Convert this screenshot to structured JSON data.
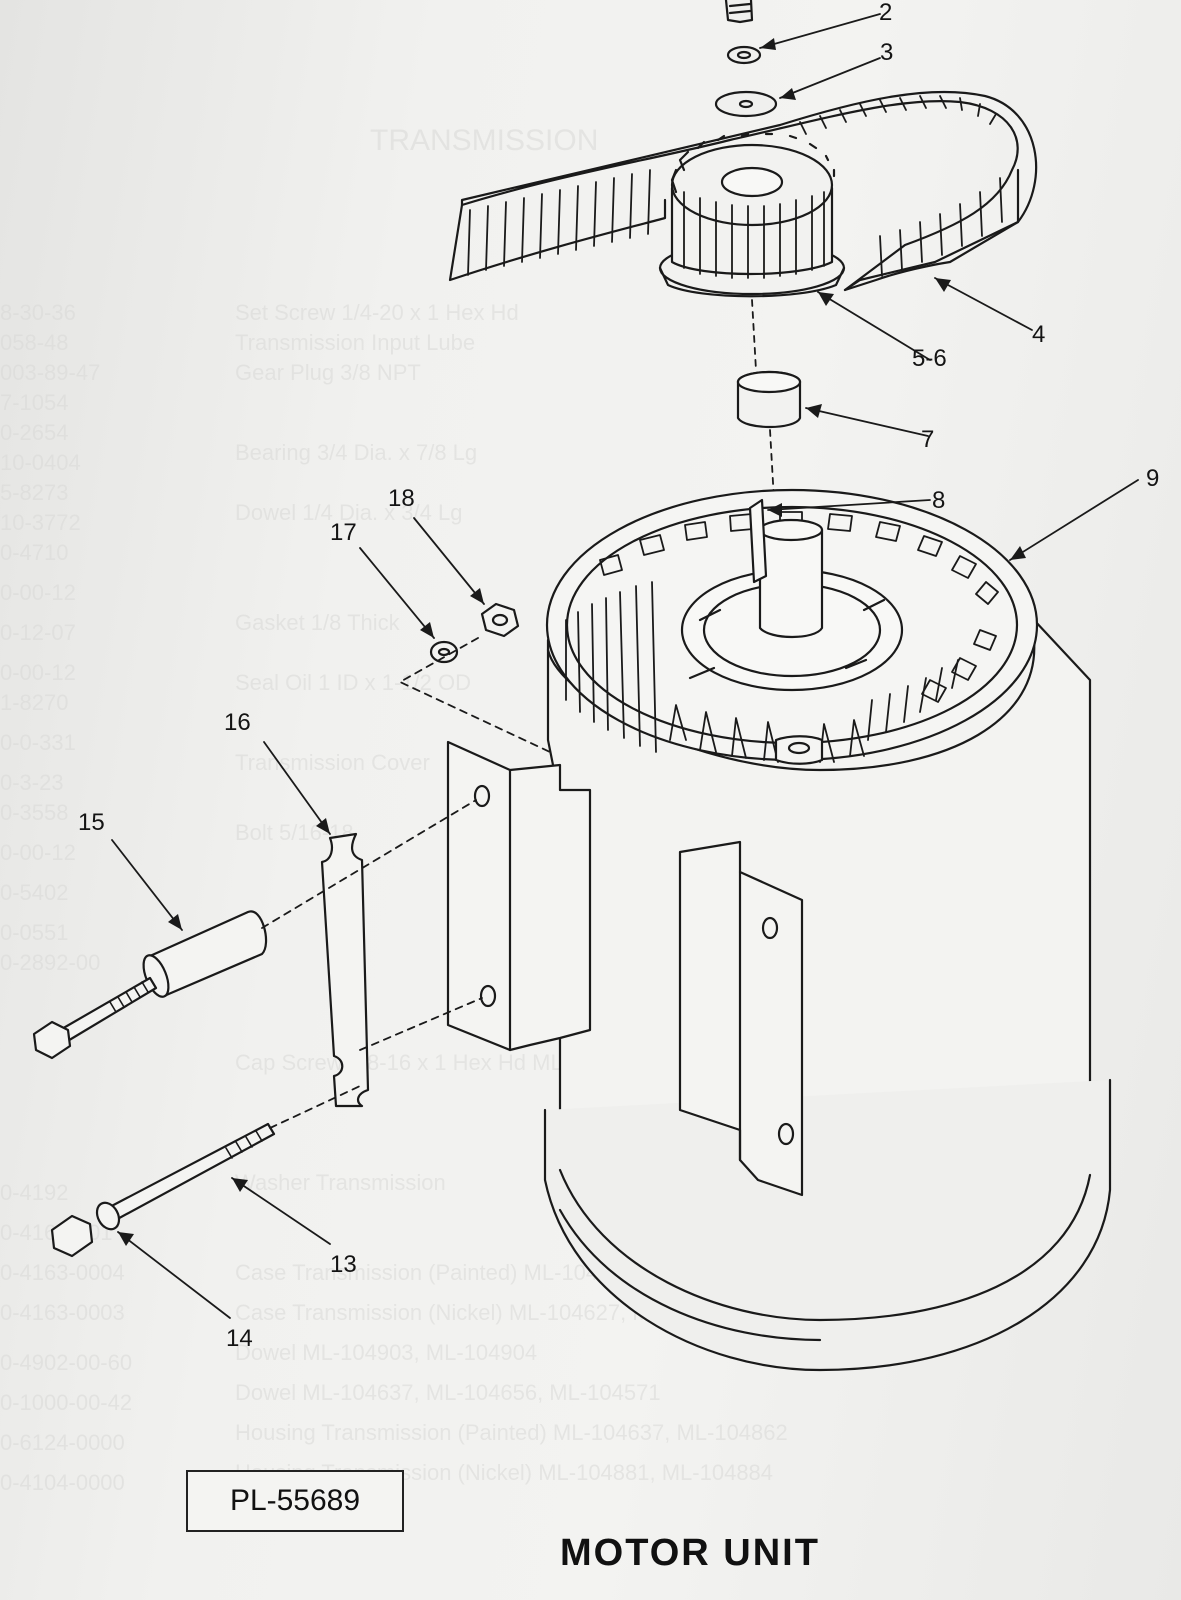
{
  "title": "MOTOR UNIT",
  "plate_code": "PL-55689",
  "callouts": [
    "2",
    "3",
    "4",
    "5-6",
    "7",
    "8",
    "9",
    "18",
    "17",
    "16",
    "15",
    "13",
    "14"
  ],
  "colors": {
    "ink": "#1a1a1a",
    "paper": "#f1f1ef"
  }
}
